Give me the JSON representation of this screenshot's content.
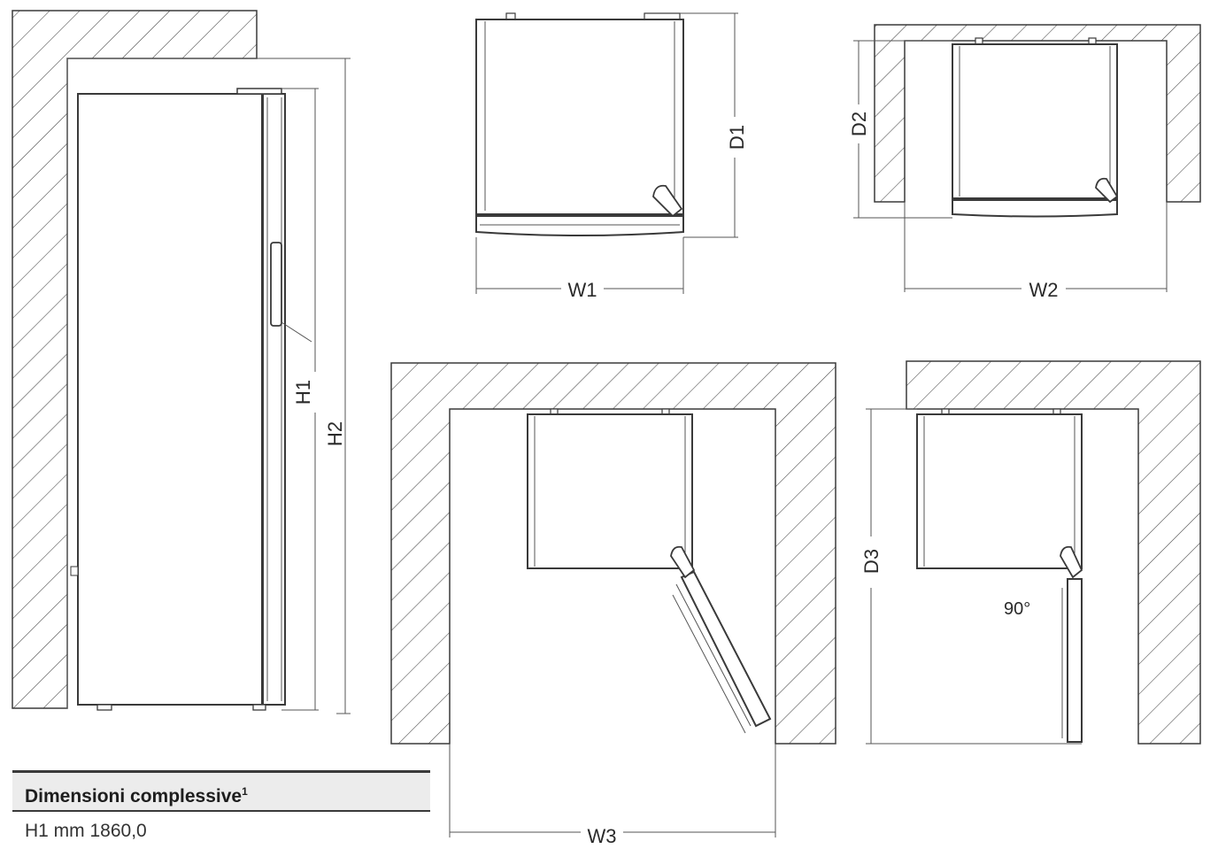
{
  "labels": {
    "h1": "H1",
    "h2": "H2",
    "d1": "D1",
    "d2": "D2",
    "d3": "D3",
    "w1": "W1",
    "w2": "W2",
    "w3": "W3",
    "angle": "90°"
  },
  "table": {
    "title": "Dimensioni complessive",
    "footnote_mark": "1",
    "row1": "H1 mm 1860,0"
  }
}
